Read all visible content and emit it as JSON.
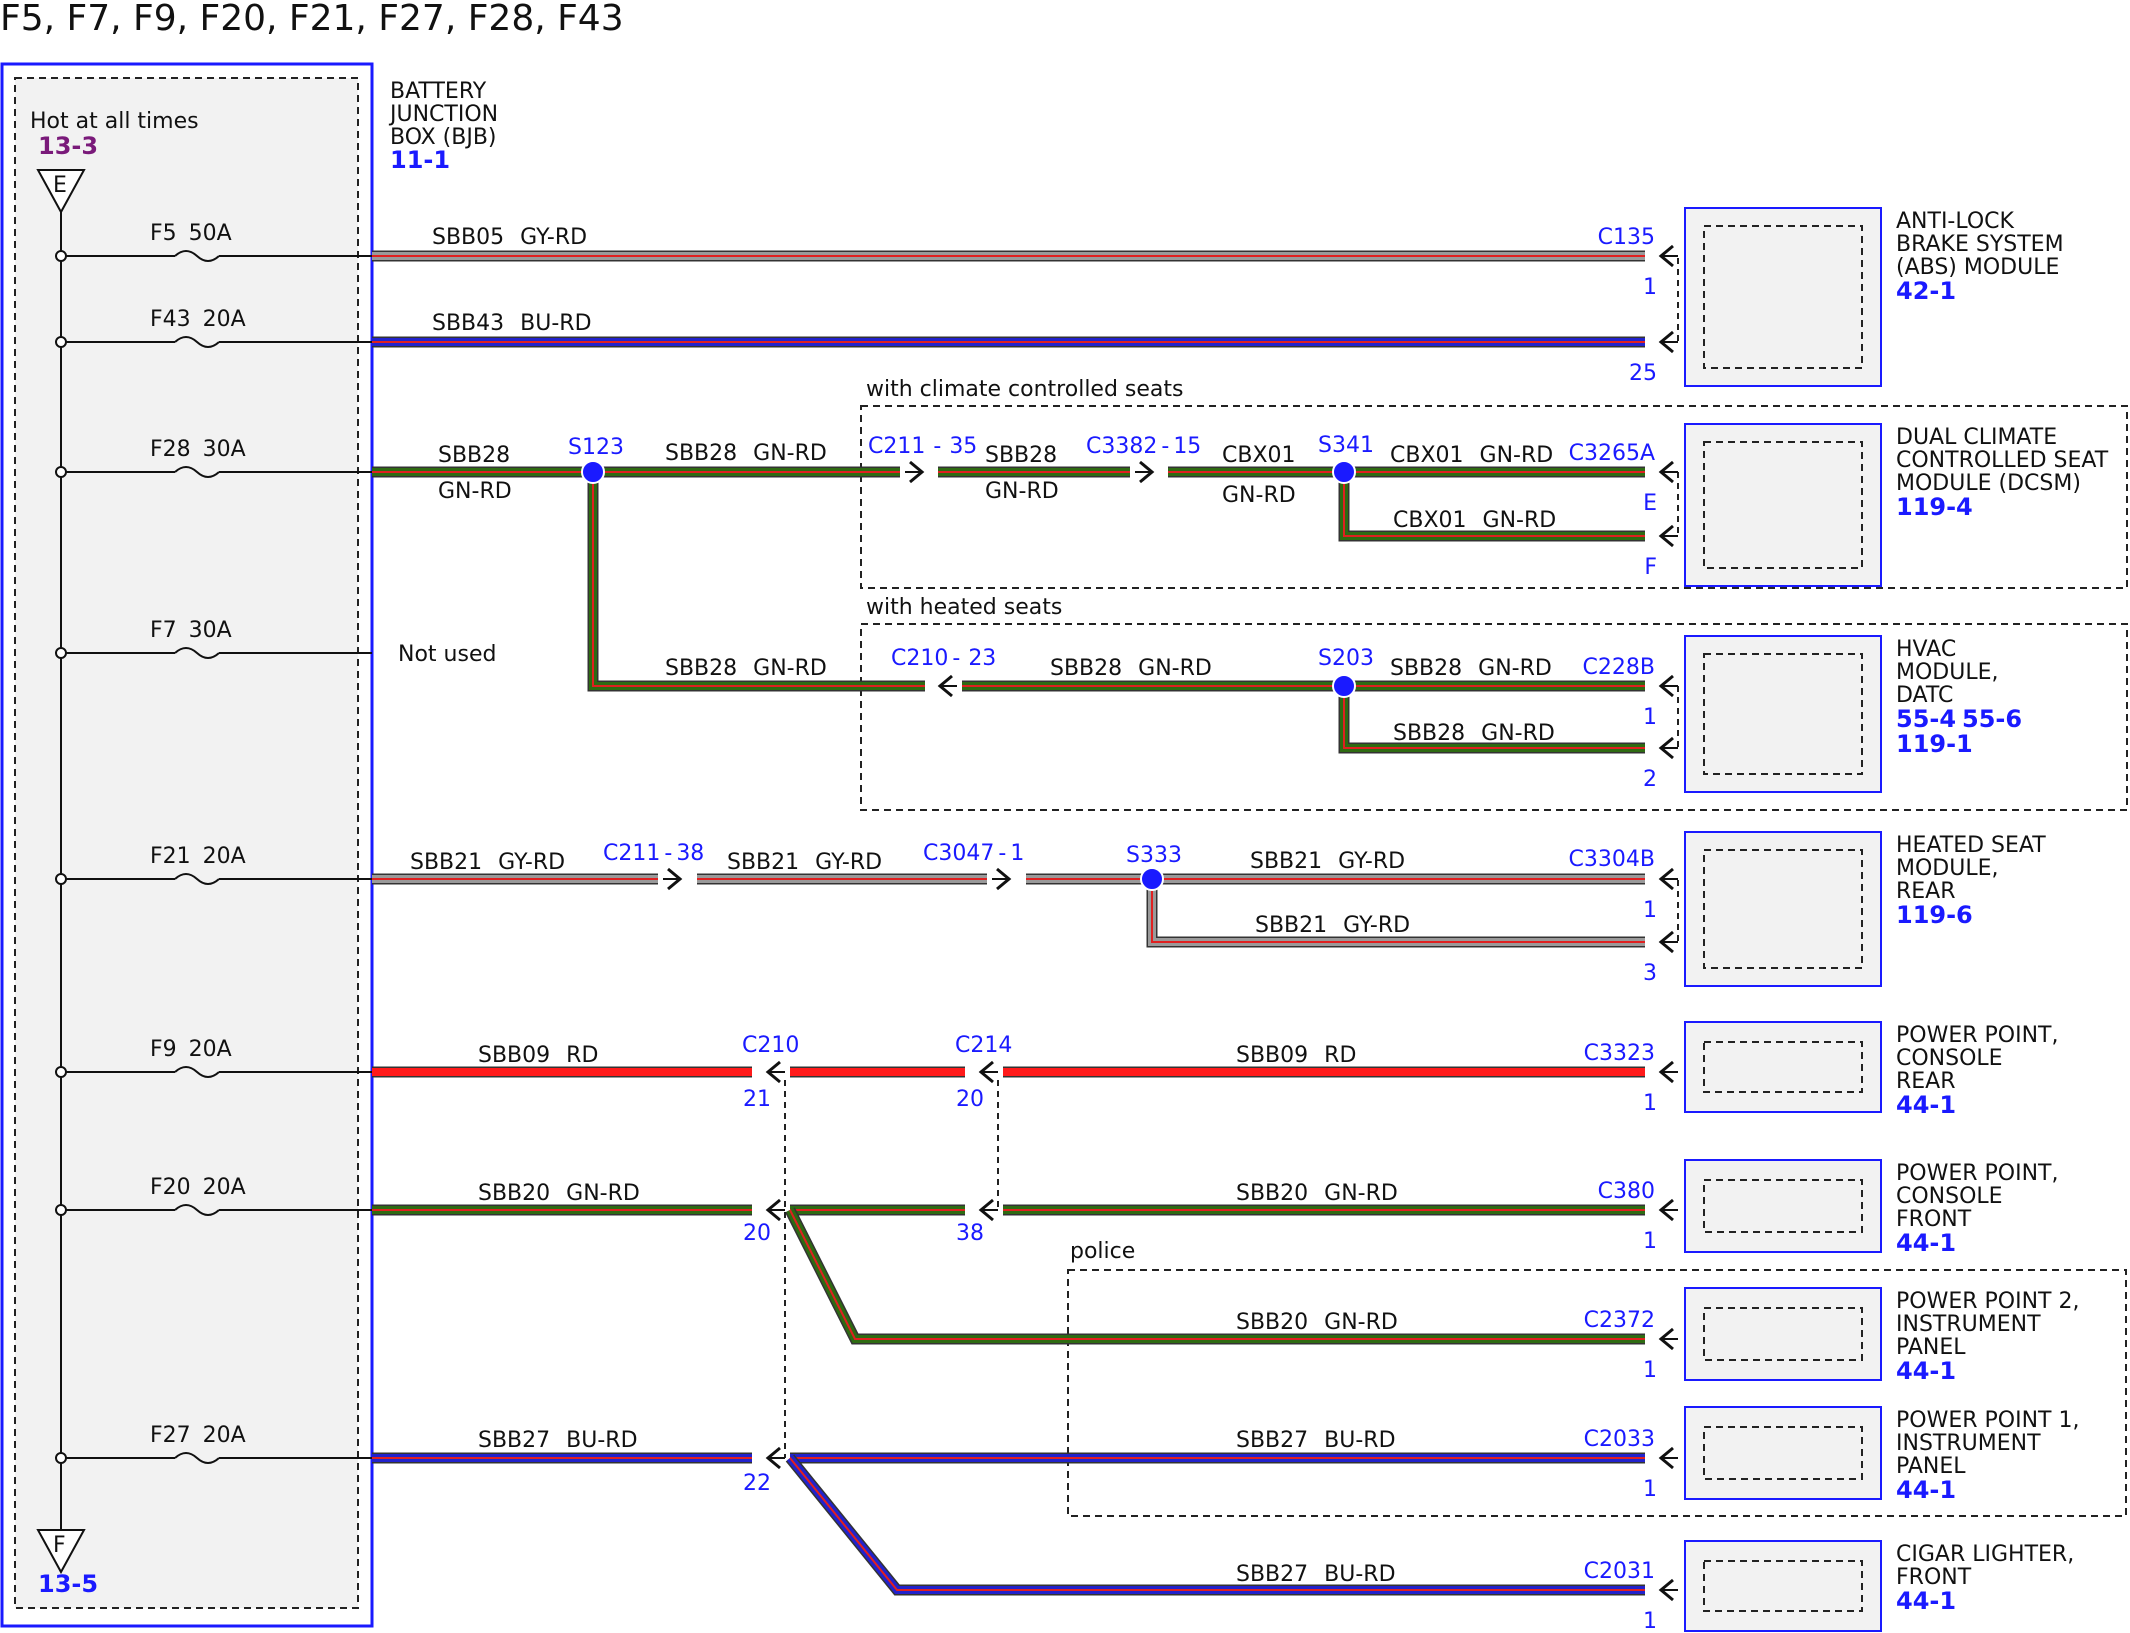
{
  "page_title": "F5, F7, F9, F20, F21, F27, F28, F43",
  "colors": {
    "gn_rd": "#2e6b12",
    "gy_rd": "#9a9a9a",
    "bu_rd": "#2222cc",
    "rd": "#ff1a1a",
    "stripe": "#e02020",
    "splice": "#1a1aff",
    "ref": "#1a1aff",
    "ref_purple": "#7a1a7a",
    "box_fill": "#f2f2f2"
  },
  "bjb": {
    "hot_label": "Hot at all times",
    "hot_ref": "13-3",
    "top_symbol": "E",
    "bottom_symbol": "F",
    "bottom_ref": "13-5",
    "name_line1": "BATTERY",
    "name_line2": "JUNCTION",
    "name_line3": "BOX (BJB)",
    "ref": "11-1",
    "not_used": "Not used"
  },
  "fuses": [
    {
      "name": "F5",
      "rating": "50A"
    },
    {
      "name": "F43",
      "rating": "20A"
    },
    {
      "name": "F28",
      "rating": "30A"
    },
    {
      "name": "F7",
      "rating": "30A"
    },
    {
      "name": "F21",
      "rating": "20A"
    },
    {
      "name": "F9",
      "rating": "20A"
    },
    {
      "name": "F20",
      "rating": "20A"
    },
    {
      "name": "F27",
      "rating": "20A"
    }
  ],
  "wires": {
    "sbb05": {
      "circuit": "SBB05",
      "color": "GY-RD"
    },
    "sbb43": {
      "circuit": "SBB43",
      "color": "BU-RD"
    },
    "sbb28": {
      "circuit": "SBB28",
      "color": "GN-RD"
    },
    "cbx01": {
      "circuit": "CBX01",
      "color": "GN-RD"
    },
    "sbb21": {
      "circuit": "SBB21",
      "color": "GY-RD"
    },
    "sbb09": {
      "circuit": "SBB09",
      "color": "RD"
    },
    "sbb20": {
      "circuit": "SBB20",
      "color": "GN-RD"
    },
    "sbb27": {
      "circuit": "SBB27",
      "color": "BU-RD"
    }
  },
  "splices": {
    "s123": "S123",
    "s341": "S341",
    "s203": "S203",
    "s333": "S333"
  },
  "inline_connectors": {
    "c211_35": {
      "name": "C211",
      "pin": "35"
    },
    "c3382_15": {
      "name": "C3382",
      "pin": "15"
    },
    "c210_23": {
      "name": "C210",
      "pin": "23"
    },
    "c211_38": {
      "name": "C211",
      "pin": "38"
    },
    "c3047_1": {
      "name": "C3047",
      "pin": "1"
    },
    "c210": {
      "name": "C210",
      "pin_a": "21",
      "pin_b": "20",
      "pin_c": "22"
    },
    "c214": {
      "name": "C214",
      "pin_a": "20",
      "pin_b": "38"
    }
  },
  "options": {
    "climate": "with climate controlled seats",
    "heated": "with heated seats",
    "police": "police"
  },
  "components": [
    {
      "connector": "C135",
      "pins": [
        "1",
        "25"
      ],
      "lines": [
        "ANTI-LOCK",
        "BRAKE SYSTEM",
        "(ABS) MODULE"
      ],
      "refs": [
        "42-1"
      ]
    },
    {
      "connector": "C3265A",
      "pins": [
        "E",
        "F"
      ],
      "lines": [
        "DUAL CLIMATE",
        "CONTROLLED SEAT",
        "MODULE (DCSM)"
      ],
      "refs": [
        "119-4"
      ]
    },
    {
      "connector": "C228B",
      "pins": [
        "1",
        "2"
      ],
      "lines": [
        "HVAC",
        "MODULE,",
        "DATC"
      ],
      "refs": [
        "55-4",
        "55-6",
        "119-1"
      ]
    },
    {
      "connector": "C3304B",
      "pins": [
        "1",
        "3"
      ],
      "lines": [
        "HEATED SEAT",
        "MODULE,",
        "REAR"
      ],
      "refs": [
        "119-6"
      ]
    },
    {
      "connector": "C3323",
      "pins": [
        "1"
      ],
      "lines": [
        "POWER POINT,",
        "CONSOLE",
        "REAR"
      ],
      "refs": [
        "44-1"
      ]
    },
    {
      "connector": "C380",
      "pins": [
        "1"
      ],
      "lines": [
        "POWER POINT,",
        "CONSOLE",
        "FRONT"
      ],
      "refs": [
        "44-1"
      ]
    },
    {
      "connector": "C2372",
      "pins": [
        "1"
      ],
      "lines": [
        "POWER POINT 2,",
        "INSTRUMENT",
        "PANEL"
      ],
      "refs": [
        "44-1"
      ]
    },
    {
      "connector": "C2033",
      "pins": [
        "1"
      ],
      "lines": [
        "POWER POINT 1,",
        "INSTRUMENT",
        "PANEL"
      ],
      "refs": [
        "44-1"
      ]
    },
    {
      "connector": "C2031",
      "pins": [
        "1"
      ],
      "lines": [
        "CIGAR LIGHTER,",
        "FRONT"
      ],
      "refs": [
        "44-1"
      ]
    }
  ]
}
